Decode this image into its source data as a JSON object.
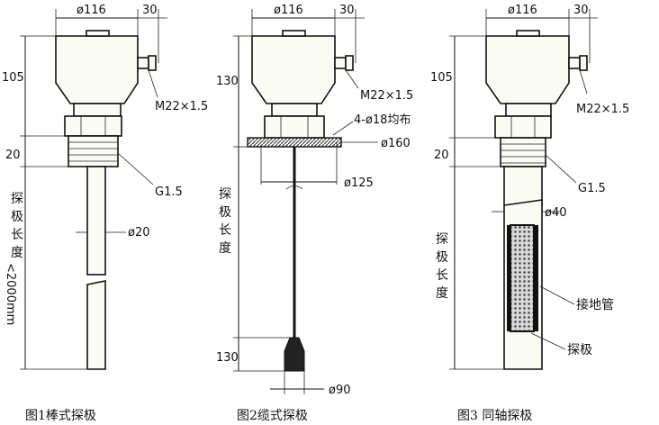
{
  "fig1": {
    "dia_top": "ø116",
    "side_30": "30",
    "h_105": "105",
    "h_20": "20",
    "thread_m22": "M22×1.5",
    "thread_g": "G1.5",
    "rod_dia": "ø20",
    "probe_len_chars": [
      "探",
      "极",
      "长",
      "度"
    ],
    "probe_len_limit": "<2000mm",
    "caption": "图1棒式探极"
  },
  "fig2": {
    "dia_top": "ø116",
    "side_30": "30",
    "h_130_top": "130",
    "thread_m22": "M22×1.5",
    "holes": "4-ø18均布",
    "flange_dia": "ø160",
    "pcd": "ø125",
    "probe_len_chars": [
      "探",
      "极",
      "长",
      "度"
    ],
    "h_130_bottom": "130",
    "weight_dia": "ø90",
    "caption": "图2缆式探极"
  },
  "fig3": {
    "dia_top": "ø116",
    "side_30": "30",
    "h_105": "105",
    "h_20": "20",
    "thread_m22": "M22×1.5",
    "thread_g": "G1.5",
    "tube_dia": "ø40",
    "probe_len_chars": [
      "探",
      "极",
      "长",
      "度"
    ],
    "ground_tube": "接地管",
    "probe_label": "探极",
    "caption": "图3 同轴探极"
  }
}
